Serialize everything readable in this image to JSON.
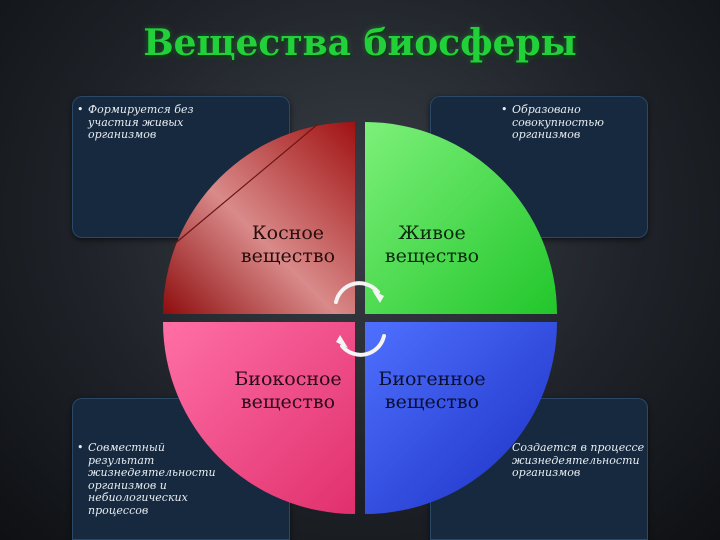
{
  "title": "Вещества биосферы",
  "quadrants": {
    "top_left": {
      "label_line1": "Косное",
      "label_line2": "вещество",
      "color": "#b81e1e"
    },
    "top_right": {
      "label_line1": "Живое",
      "label_line2": "вещество",
      "color": "#35d63a"
    },
    "bottom_left": {
      "label_line1": "Биокосное",
      "label_line2": "вещество",
      "color": "#ff6aa0"
    },
    "bottom_right": {
      "label_line1": "Биогенное",
      "label_line2": "вещество",
      "color": "#2f4be8"
    }
  },
  "notes": {
    "top_left": {
      "bullet": "•",
      "text": "Формируется без участия живых организмов"
    },
    "top_right": {
      "bullet": "•",
      "text": "Образовано совокупностью организмов"
    },
    "bottom_left": {
      "bullet": "•",
      "text": "Совместный результат жизнедеятельности организмов и небиологических процессов"
    },
    "bottom_right": {
      "text": "Создается в процессе жизнедеятельности организмов"
    }
  },
  "center_icon": "cycle-arrows-icon",
  "accent_colors": {
    "title": "#22d13a",
    "box": "#17293e"
  }
}
